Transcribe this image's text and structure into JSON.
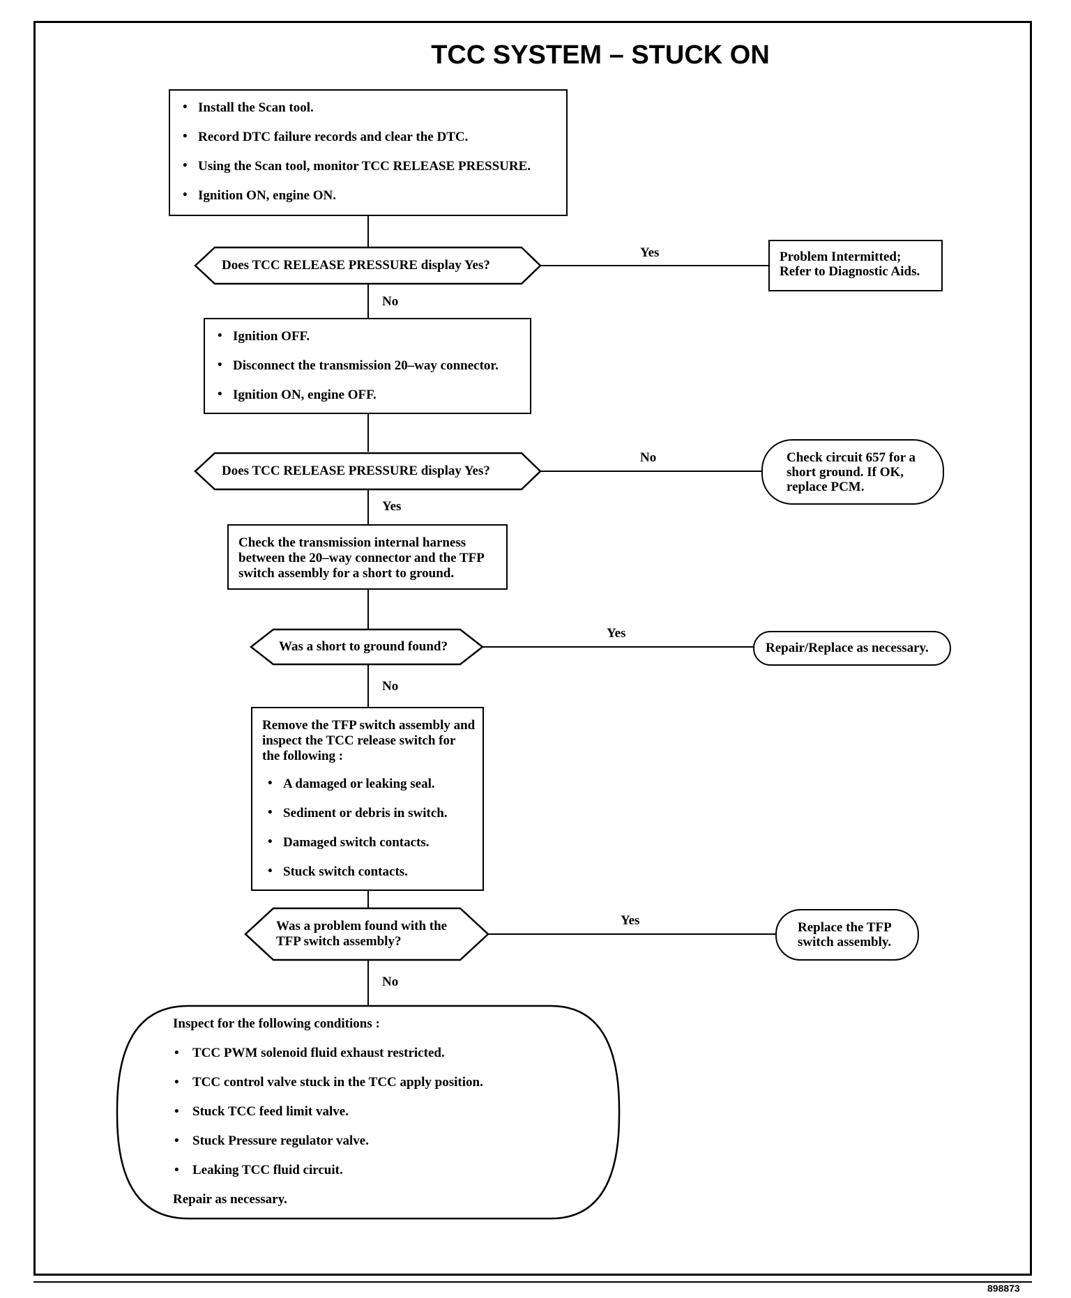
{
  "title": "TCC SYSTEM – STUCK ON",
  "figure_id": "898873",
  "steps": {
    "s1": [
      "Install the Scan tool.",
      "Record DTC failure records and clear the DTC.",
      "Using the Scan tool, monitor TCC RELEASE PRESSURE.",
      "Ignition ON, engine ON."
    ],
    "s2": [
      "Ignition OFF.",
      "Disconnect the transmission 20–way connector.",
      "Ignition ON, engine OFF."
    ],
    "s3": "Check the transmission internal harness between the 20–way connector and the TFP switch assembly for a short to ground.",
    "s4_intro": "Remove the TFP switch assembly and inspect the TCC release switch for the following :",
    "s4": [
      "A damaged or leaking seal.",
      "Sediment or debris in switch.",
      "Damaged switch contacts.",
      "Stuck switch contacts."
    ],
    "final_intro": "Inspect for the following conditions :",
    "final": [
      "TCC PWM solenoid fluid exhaust restricted.",
      "TCC control valve stuck in the TCC apply position.",
      "Stuck TCC feed limit valve.",
      "Stuck Pressure regulator valve.",
      "Leaking TCC fluid circuit."
    ],
    "final_outro": "Repair as necessary."
  },
  "decisions": {
    "d1": "Does TCC RELEASE PRESSURE display Yes?",
    "d2": "Does TCC RELEASE PRESSURE display Yes?",
    "d3": "Was a short to ground found?",
    "d4": "Was a problem found with the TFP switch assembly?"
  },
  "labels": {
    "d1_right": "Yes",
    "d1_down": "No",
    "d2_right": "No",
    "d2_down": "Yes",
    "d3_right": "Yes",
    "d3_down": "No",
    "d4_right": "Yes",
    "d4_down": "No"
  },
  "terminals": {
    "t1": "Problem Intermitted; Refer to Diagnostic Aids.",
    "t2": "Check circuit 657 for a short ground. If OK, replace PCM.",
    "t3": "Repair/Replace as necessary.",
    "t4": "Replace the TFP switch assembly."
  }
}
